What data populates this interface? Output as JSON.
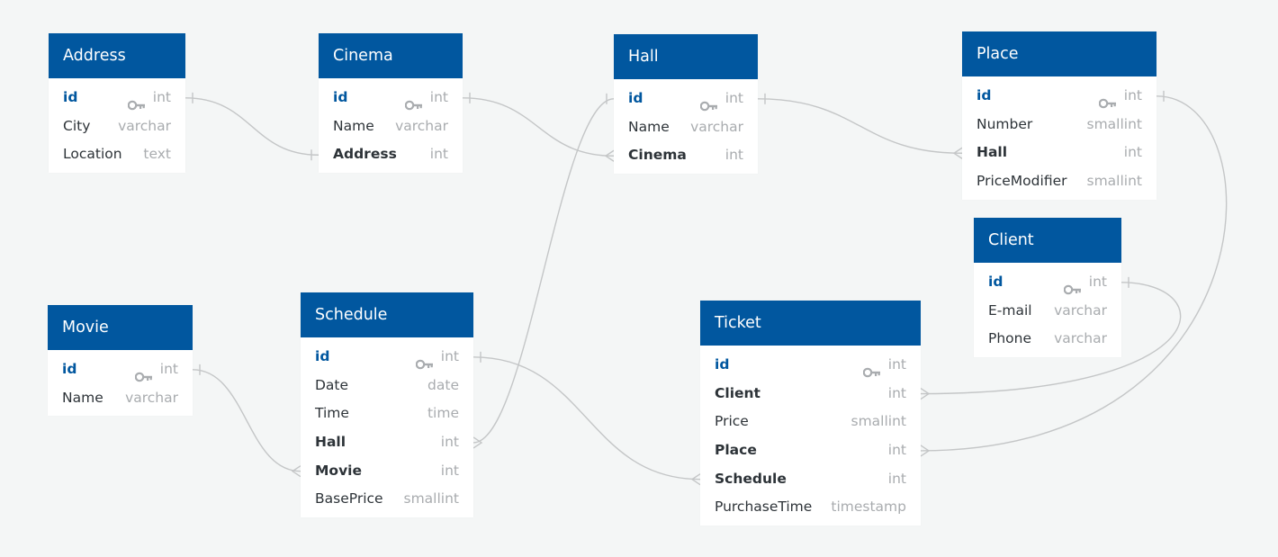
{
  "colors": {
    "header": "#01579f",
    "background": "#f4f6f6",
    "line": "#c4c6c7",
    "pk_text": "#01579f",
    "type_text": "#a9acaf"
  },
  "icons": {
    "primary_key": "key-icon"
  },
  "tables": [
    {
      "id": "address",
      "name": "Address",
      "fields": [
        {
          "name": "id",
          "type": "int",
          "pk": true,
          "fk": false
        },
        {
          "name": "City",
          "type": "varchar",
          "pk": false,
          "fk": false
        },
        {
          "name": "Location",
          "type": "text",
          "pk": false,
          "fk": false
        }
      ]
    },
    {
      "id": "cinema",
      "name": "Cinema",
      "fields": [
        {
          "name": "id",
          "type": "int",
          "pk": true,
          "fk": false
        },
        {
          "name": "Name",
          "type": "varchar",
          "pk": false,
          "fk": false
        },
        {
          "name": "Address",
          "type": "int",
          "pk": false,
          "fk": true
        }
      ]
    },
    {
      "id": "hall",
      "name": "Hall",
      "fields": [
        {
          "name": "id",
          "type": "int",
          "pk": true,
          "fk": false
        },
        {
          "name": "Name",
          "type": "varchar",
          "pk": false,
          "fk": false
        },
        {
          "name": "Cinema",
          "type": "int",
          "pk": false,
          "fk": true
        }
      ]
    },
    {
      "id": "place",
      "name": "Place",
      "fields": [
        {
          "name": "id",
          "type": "int",
          "pk": true,
          "fk": false
        },
        {
          "name": "Number",
          "type": "smallint",
          "pk": false,
          "fk": false
        },
        {
          "name": "Hall",
          "type": "int",
          "pk": false,
          "fk": true
        },
        {
          "name": "PriceModifier",
          "type": "smallint",
          "pk": false,
          "fk": false
        }
      ]
    },
    {
      "id": "client",
      "name": "Client",
      "fields": [
        {
          "name": "id",
          "type": "int",
          "pk": true,
          "fk": false
        },
        {
          "name": "E-mail",
          "type": "varchar",
          "pk": false,
          "fk": false
        },
        {
          "name": "Phone",
          "type": "varchar",
          "pk": false,
          "fk": false
        }
      ]
    },
    {
      "id": "movie",
      "name": "Movie",
      "fields": [
        {
          "name": "id",
          "type": "int",
          "pk": true,
          "fk": false
        },
        {
          "name": "Name",
          "type": "varchar",
          "pk": false,
          "fk": false
        }
      ]
    },
    {
      "id": "schedule",
      "name": "Schedule",
      "fields": [
        {
          "name": "id",
          "type": "int",
          "pk": true,
          "fk": false
        },
        {
          "name": "Date",
          "type": "date",
          "pk": false,
          "fk": false
        },
        {
          "name": "Time",
          "type": "time",
          "pk": false,
          "fk": false
        },
        {
          "name": "Hall",
          "type": "int",
          "pk": false,
          "fk": true
        },
        {
          "name": "Movie",
          "type": "int",
          "pk": false,
          "fk": true
        },
        {
          "name": "BasePrice",
          "type": "smallint",
          "pk": false,
          "fk": false
        }
      ]
    },
    {
      "id": "ticket",
      "name": "Ticket",
      "fields": [
        {
          "name": "id",
          "type": "int",
          "pk": true,
          "fk": false
        },
        {
          "name": "Client",
          "type": "int",
          "pk": false,
          "fk": true
        },
        {
          "name": "Price",
          "type": "smallint",
          "pk": false,
          "fk": false
        },
        {
          "name": "Place",
          "type": "int",
          "pk": false,
          "fk": true
        },
        {
          "name": "Schedule",
          "type": "int",
          "pk": false,
          "fk": true
        },
        {
          "name": "PurchaseTime",
          "type": "timestamp",
          "pk": false,
          "fk": false
        }
      ]
    }
  ],
  "relations": [
    {
      "from_table": "address",
      "from_field": "id",
      "to_table": "cinema",
      "to_field": "Address",
      "cardinality": "one-to-one"
    },
    {
      "from_table": "cinema",
      "from_field": "id",
      "to_table": "hall",
      "to_field": "Cinema",
      "cardinality": "one-to-many"
    },
    {
      "from_table": "hall",
      "from_field": "id",
      "to_table": "place",
      "to_field": "Hall",
      "cardinality": "one-to-many"
    },
    {
      "from_table": "hall",
      "from_field": "id",
      "to_table": "schedule",
      "to_field": "Hall",
      "cardinality": "one-to-many"
    },
    {
      "from_table": "movie",
      "from_field": "id",
      "to_table": "schedule",
      "to_field": "Movie",
      "cardinality": "one-to-many"
    },
    {
      "from_table": "schedule",
      "from_field": "id",
      "to_table": "ticket",
      "to_field": "Schedule",
      "cardinality": "one-to-many"
    },
    {
      "from_table": "client",
      "from_field": "id",
      "to_table": "ticket",
      "to_field": "Client",
      "cardinality": "one-to-many"
    },
    {
      "from_table": "place",
      "from_field": "id",
      "to_table": "ticket",
      "to_field": "Place",
      "cardinality": "one-to-many"
    }
  ]
}
